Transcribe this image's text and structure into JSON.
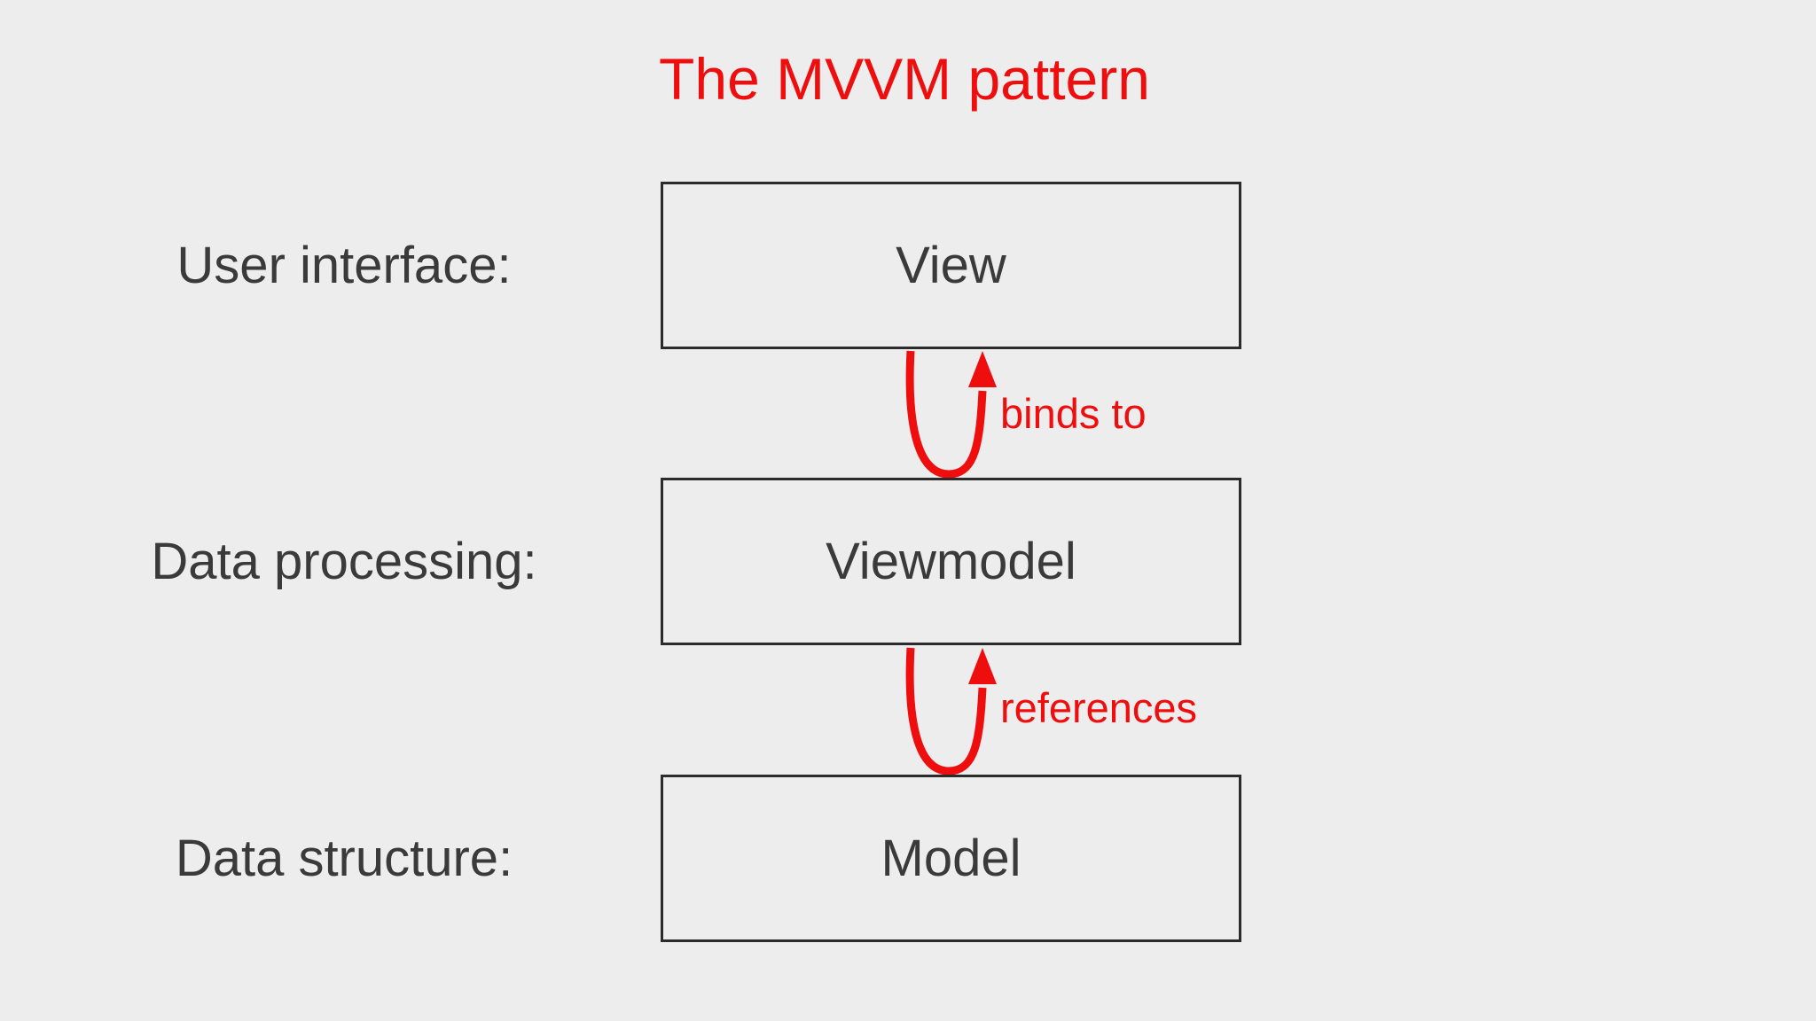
{
  "title": "The MVVM pattern",
  "rows": [
    {
      "label": "User interface:",
      "box": "View"
    },
    {
      "label": "Data processing:",
      "box": "Viewmodel"
    },
    {
      "label": "Data structure:",
      "box": "Model"
    }
  ],
  "arrows": [
    {
      "label": "binds to",
      "from": "Viewmodel",
      "to": "View",
      "direction": "up"
    },
    {
      "label": "references",
      "from": "Model",
      "to": "Viewmodel",
      "direction": "up"
    }
  ],
  "colors": {
    "background": "#eeedee",
    "accent_red": "#ee0e0e",
    "box_border": "#2b2b2b",
    "text": "#3a3a3a"
  }
}
